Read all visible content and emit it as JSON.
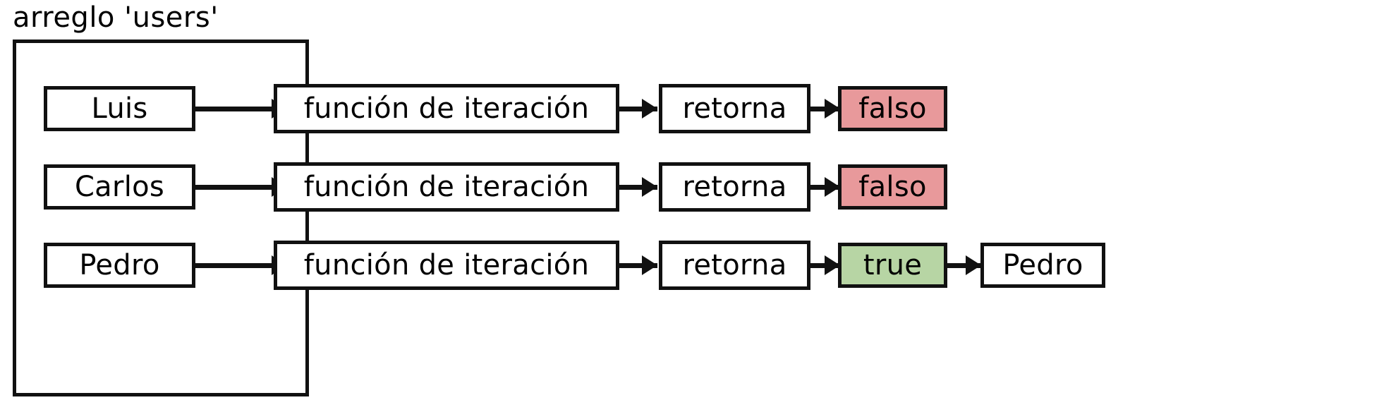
{
  "diagram": {
    "title": "arreglo 'users'",
    "container_label": "arreglo 'users'",
    "colors": {
      "stroke": "#111111",
      "background": "#ffffff",
      "false_fill": "#e8999b",
      "true_fill": "#b7d5a4",
      "text": "#000000"
    },
    "rows": [
      {
        "item": "Luis",
        "function": "función de iteración",
        "returns_label": "retorna",
        "value": "falso",
        "value_kind": "false",
        "output": null
      },
      {
        "item": "Carlos",
        "function": "función de iteración",
        "returns_label": "retorna",
        "value": "falso",
        "value_kind": "false",
        "output": null
      },
      {
        "item": "Pedro",
        "function": "función de iteración",
        "returns_label": "retorna",
        "value": "true",
        "value_kind": "true",
        "output": "Pedro"
      }
    ]
  }
}
